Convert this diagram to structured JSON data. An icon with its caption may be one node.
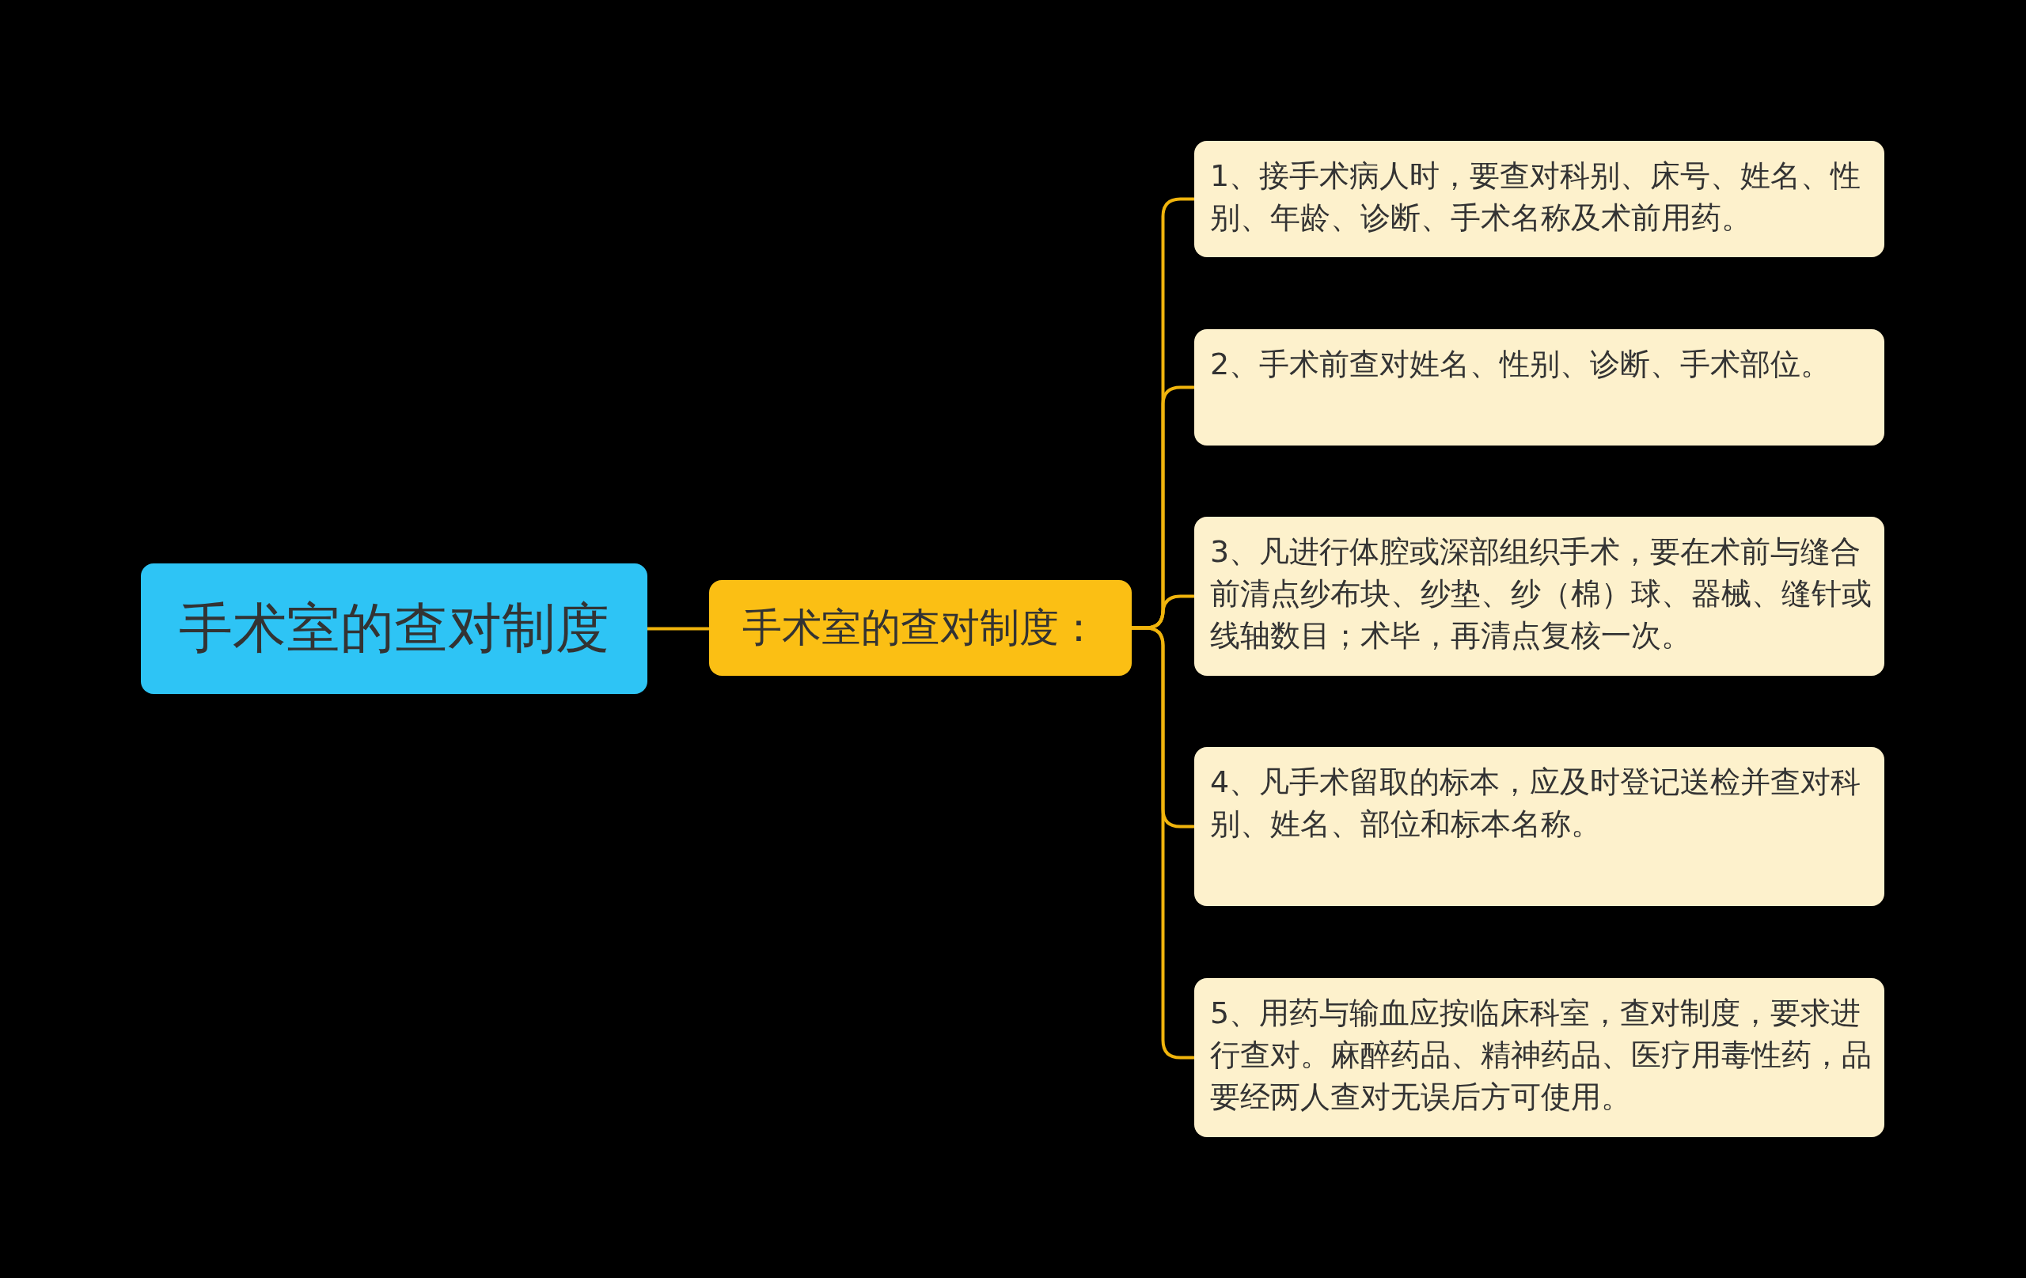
{
  "diagram": {
    "nodes": [
      {
        "text": [
          "手术室的查对制度"
        ]
      },
      {
        "text": [
          "手术室的查对制度："
        ]
      },
      {
        "text": [
          "1、接手术病人时，要查对科别、床号、姓名、性别、年龄、诊断、手术名称及术前用药。"
        ]
      },
      {
        "text": [
          "2、手术前查对姓名、性别、诊断、手术部位。"
        ]
      },
      {
        "text": [
          "3、凡进行体腔或深部组织手术，要在术前与缝合前清点纱布块、纱垫、纱（棉）球、器械、缝针或线轴数目；术毕，再清点复核一次。"
        ]
      },
      {
        "text": [
          "4、凡手术留取的标本，应及时登记送检并查对科别、姓名、部位和标本名称。"
        ]
      },
      {
        "text": [
          "5、用药与输血应按临床科室，查对制度，要求进行查对。麻醉药品、精神药品、医疗用毒性药，品要经两人查对无误后方可使用。"
        ]
      }
    ],
    "edges": [
      {
        "from": 0,
        "to": 1,
        "arrow": "none"
      },
      {
        "from": 1,
        "to": 2,
        "arrow": "none"
      },
      {
        "from": 1,
        "to": 3,
        "arrow": "none"
      },
      {
        "from": 1,
        "to": 4,
        "arrow": "none"
      },
      {
        "from": 1,
        "to": 5,
        "arrow": "none"
      },
      {
        "from": 1,
        "to": 6,
        "arrow": "none"
      }
    ]
  }
}
